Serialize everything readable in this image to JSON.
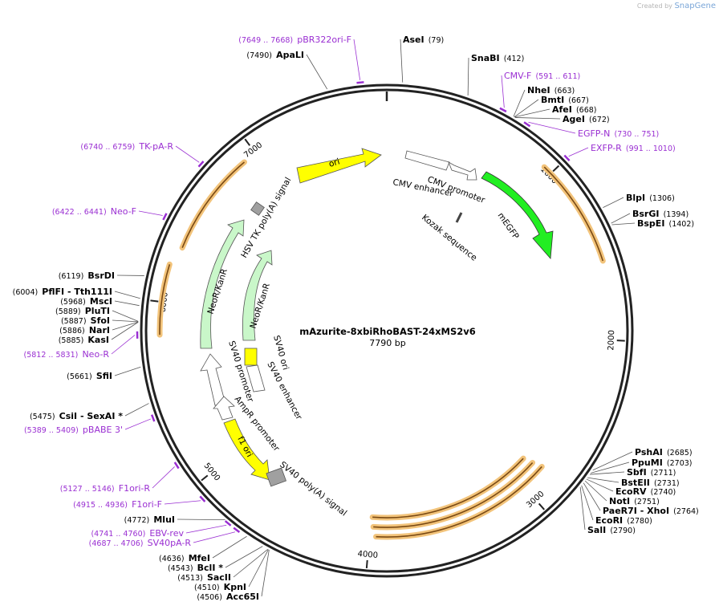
{
  "credit": {
    "prefix": "Created by",
    "brand": "SnapGene"
  },
  "plasmid": {
    "name": "mAzurite-8xbiRhoBAST-24xMS2v6",
    "length_label": "7790 bp",
    "length": 7790
  },
  "ticks": [
    "1000",
    "2000",
    "3000",
    "4000",
    "5000",
    "6000",
    "7000"
  ],
  "colors": {
    "primer": "#9a2fd2",
    "backbone": "#222222",
    "ori": "#ffff00",
    "egfp": "#22ee22",
    "neo": "#c9f7c9",
    "promoter": "#ffffff",
    "polyA": "#a0a0a0",
    "repeat": "#f2c37a"
  },
  "features": [
    {
      "id": "ori",
      "label": "ori",
      "color": "#ffff00"
    },
    {
      "id": "cmv-enhancer",
      "label": "CMV enhancer",
      "color": "#ffffff"
    },
    {
      "id": "cmv-promoter",
      "label": "CMV promoter",
      "color": "#ffffff"
    },
    {
      "id": "kozak",
      "label": "Kozak sequence",
      "color": "#ffffff"
    },
    {
      "id": "megfp",
      "label": "mEGFP",
      "color": "#22ee22"
    },
    {
      "id": "hsv-tk-polya",
      "label": "HSV TK poly(A) signal",
      "color": "#a0a0a0"
    },
    {
      "id": "neokanr-outer",
      "label": "NeoR/KanR",
      "color": "#c9f7c9"
    },
    {
      "id": "neokanr-inner",
      "label": "NeoR/KanR",
      "color": "#c9f7c9"
    },
    {
      "id": "sv40-ori",
      "label": "SV40 ori",
      "color": "#ffff00"
    },
    {
      "id": "sv40-enhancer",
      "label": "SV40 enhancer",
      "color": "#ffffff"
    },
    {
      "id": "sv40-promoter",
      "label": "SV40 promoter",
      "color": "#ffffff"
    },
    {
      "id": "ampr-promoter",
      "label": "AmpR promoter",
      "color": "#ffffff"
    },
    {
      "id": "f1-ori",
      "label": "f1 ori",
      "color": "#ffff00"
    },
    {
      "id": "sv40-polya",
      "label": "SV40 poly(A) signal",
      "color": "#a0a0a0"
    }
  ],
  "enzymes": [
    {
      "name": "AseI",
      "pos": "(79)"
    },
    {
      "name": "SnaBI",
      "pos": "(412)"
    },
    {
      "name": "NheI",
      "pos": "(663)"
    },
    {
      "name": "BmtI",
      "pos": "(667)"
    },
    {
      "name": "AfeI",
      "pos": "(668)"
    },
    {
      "name": "AgeI",
      "pos": "(672)"
    },
    {
      "name": "BlpI",
      "pos": "(1306)"
    },
    {
      "name": "BsrGI",
      "pos": "(1394)"
    },
    {
      "name": "BspEI",
      "pos": "(1402)"
    },
    {
      "name": "PshAI",
      "pos": "(2685)"
    },
    {
      "name": "PpuMI",
      "pos": "(2703)"
    },
    {
      "name": "SbfI",
      "pos": "(2711)"
    },
    {
      "name": "BstEII",
      "pos": "(2731)"
    },
    {
      "name": "EcoRV",
      "pos": "(2740)"
    },
    {
      "name": "NotI",
      "pos": "(2751)"
    },
    {
      "name": "PaeR7I - XhoI",
      "pos": "(2764)"
    },
    {
      "name": "EcoRI",
      "pos": "(2780)"
    },
    {
      "name": "SalI",
      "pos": "(2790)"
    },
    {
      "name": "MluI",
      "pos": "(4772)"
    },
    {
      "name": "MfeI",
      "pos": "(4636)"
    },
    {
      "name": "BclI *",
      "pos": "(4543)"
    },
    {
      "name": "SacII",
      "pos": "(4513)"
    },
    {
      "name": "KpnI",
      "pos": "(4510)"
    },
    {
      "name": "Acc65I",
      "pos": "(4506)"
    },
    {
      "name": "CsiI - SexAI *",
      "pos": "(5475)"
    },
    {
      "name": "SfiI",
      "pos": "(5661)"
    },
    {
      "name": "KasI",
      "pos": "(5885)"
    },
    {
      "name": "NarI",
      "pos": "(5886)"
    },
    {
      "name": "SfoI",
      "pos": "(5887)"
    },
    {
      "name": "PluTI",
      "pos": "(5889)"
    },
    {
      "name": "MscI",
      "pos": "(5968)"
    },
    {
      "name": "PflFI - Tth111I",
      "pos": "(6004)"
    },
    {
      "name": "BsrDI",
      "pos": "(6119)"
    },
    {
      "name": "ApaLI",
      "pos": "(7490)"
    }
  ],
  "primers": [
    {
      "name": "pBR322ori-F",
      "pos": "(7649 .. 7668)"
    },
    {
      "name": "CMV-F",
      "pos": "(591 .. 611)"
    },
    {
      "name": "EGFP-N",
      "pos": "(730 .. 751)"
    },
    {
      "name": "EXFP-R",
      "pos": "(991 .. 1010)"
    },
    {
      "name": "TK-pA-R",
      "pos": "(6740 .. 6759)"
    },
    {
      "name": "Neo-F",
      "pos": "(6422 .. 6441)"
    },
    {
      "name": "Neo-R",
      "pos": "(5812 .. 5831)"
    },
    {
      "name": "pBABE 3'",
      "pos": "(5389 .. 5409)"
    },
    {
      "name": "F1ori-R",
      "pos": "(5127 .. 5146)"
    },
    {
      "name": "F1ori-F",
      "pos": "(4915 .. 4936)"
    },
    {
      "name": "EBV-rev",
      "pos": "(4741 .. 4760)"
    },
    {
      "name": "SV40pA-R",
      "pos": "(4687 .. 4706)"
    }
  ]
}
